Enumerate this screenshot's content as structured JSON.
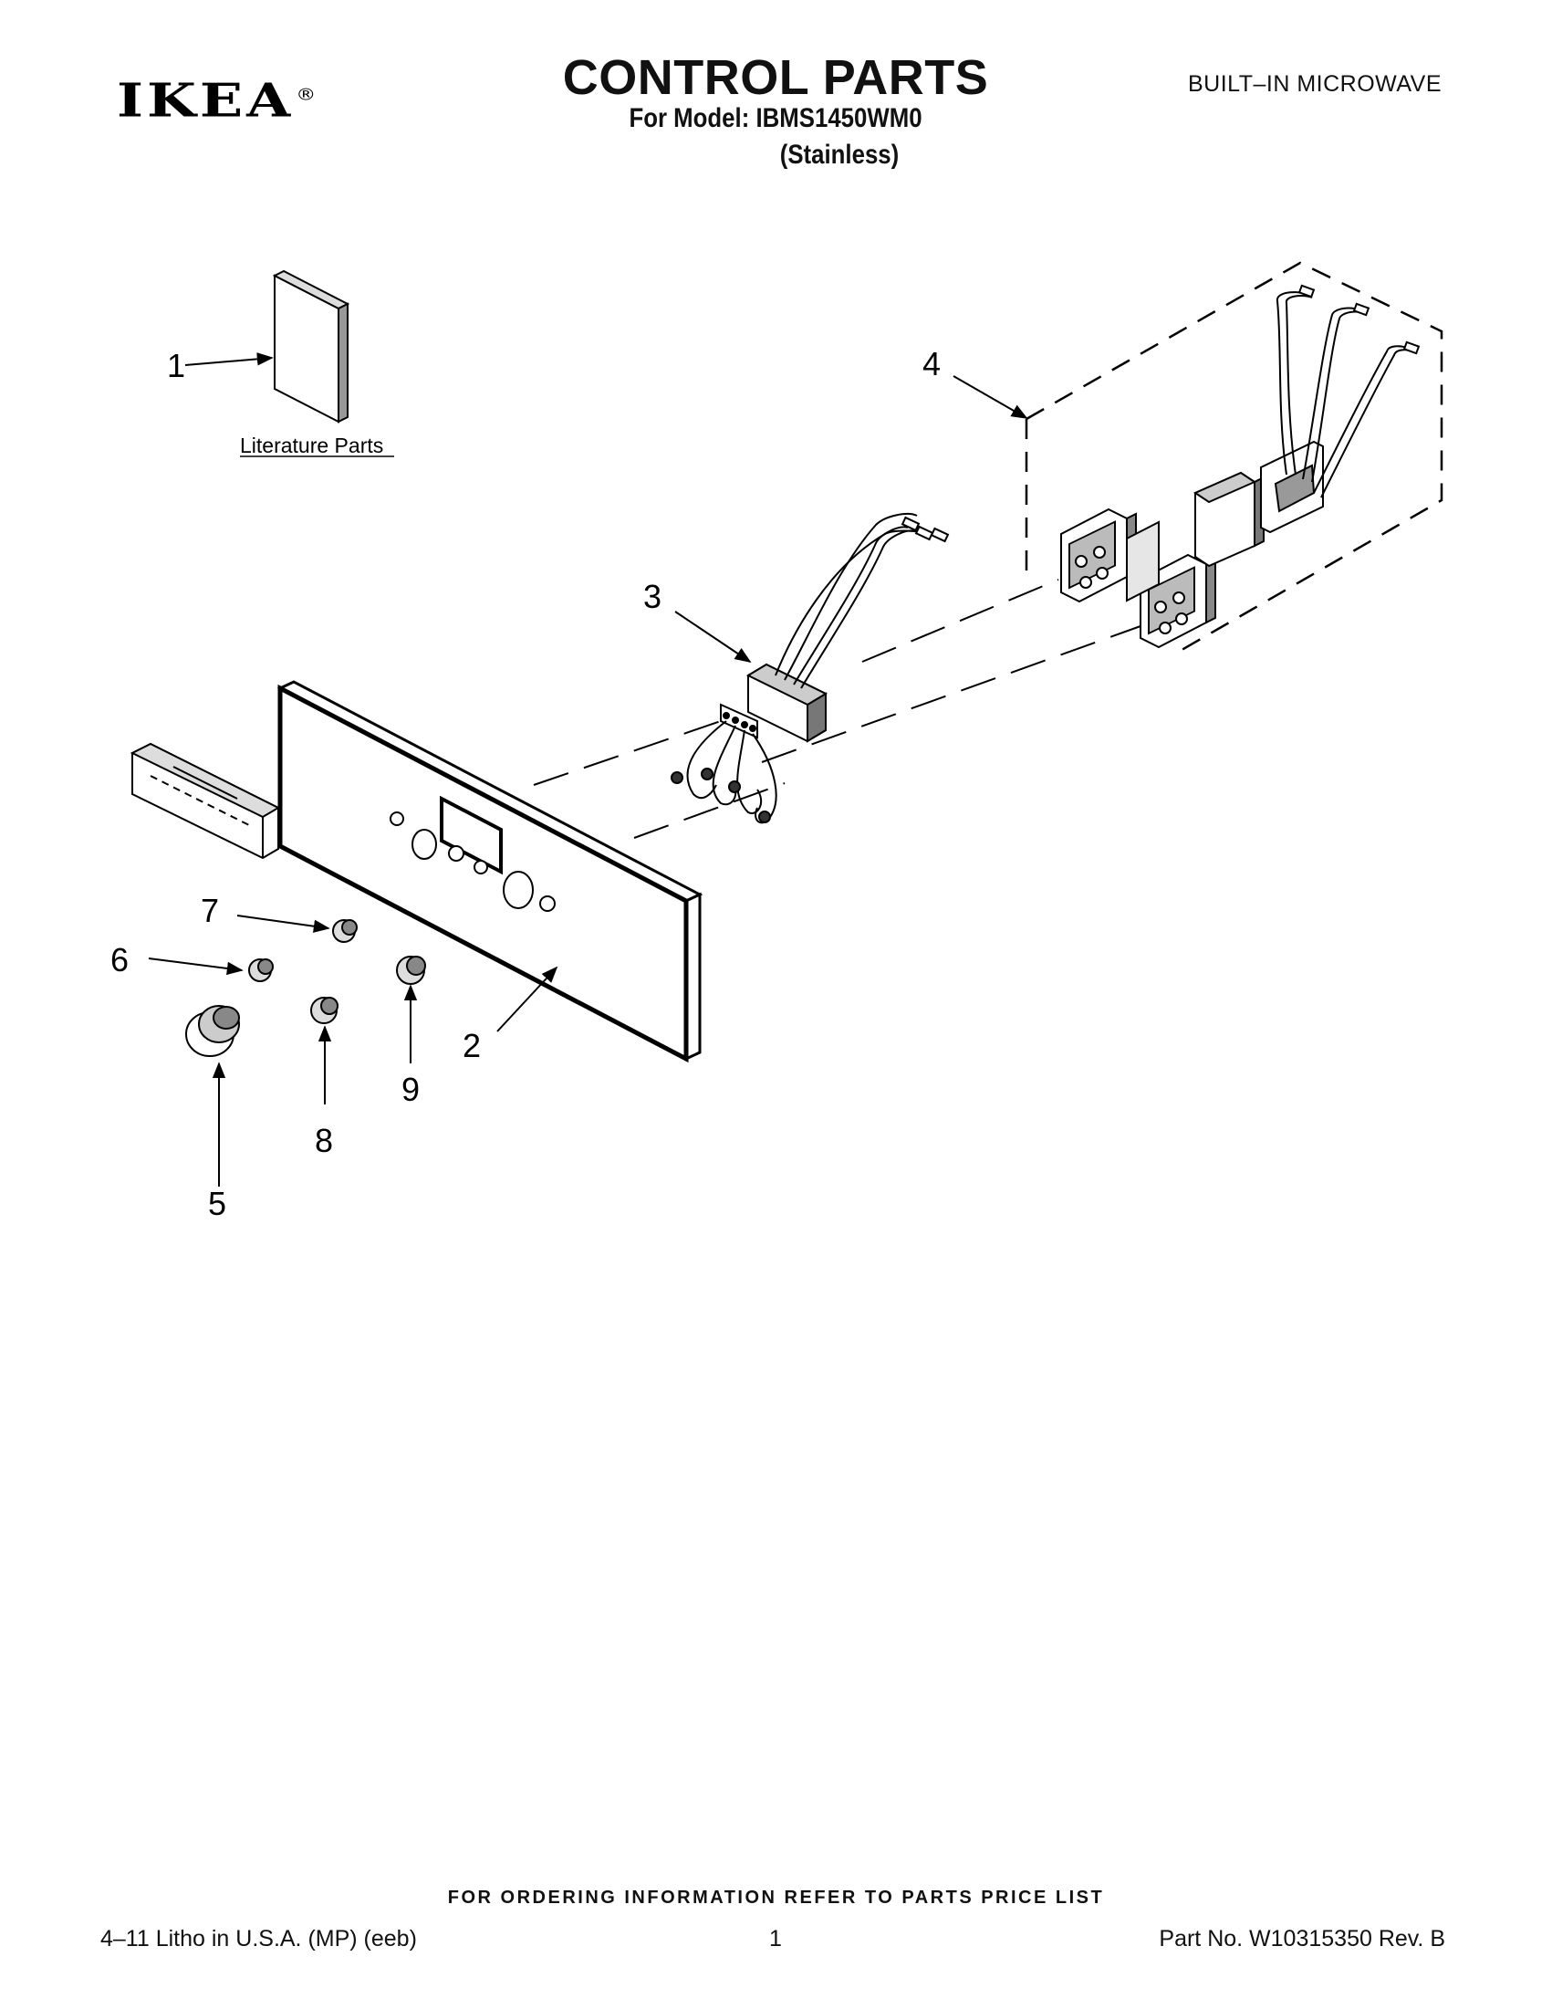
{
  "header": {
    "brand": "IKEA",
    "brand_mark": "®",
    "title": "CONTROL PARTS",
    "model_line": "For Model: IBMS1450WM0",
    "variant": "(Stainless)",
    "category": "BUILT–IN MICROWAVE"
  },
  "diagram": {
    "literature_label": "Literature Parts",
    "callouts": [
      "1",
      "2",
      "3",
      "4",
      "5",
      "6",
      "7",
      "8",
      "9"
    ]
  },
  "footer": {
    "ordering_note": "FOR ORDERING INFORMATION REFER TO PARTS PRICE LIST",
    "litho": "4–11 Litho in U.S.A. (MP) (eeb)",
    "page_number": "1",
    "part_number": "Part No. W10315350 Rev. B"
  }
}
